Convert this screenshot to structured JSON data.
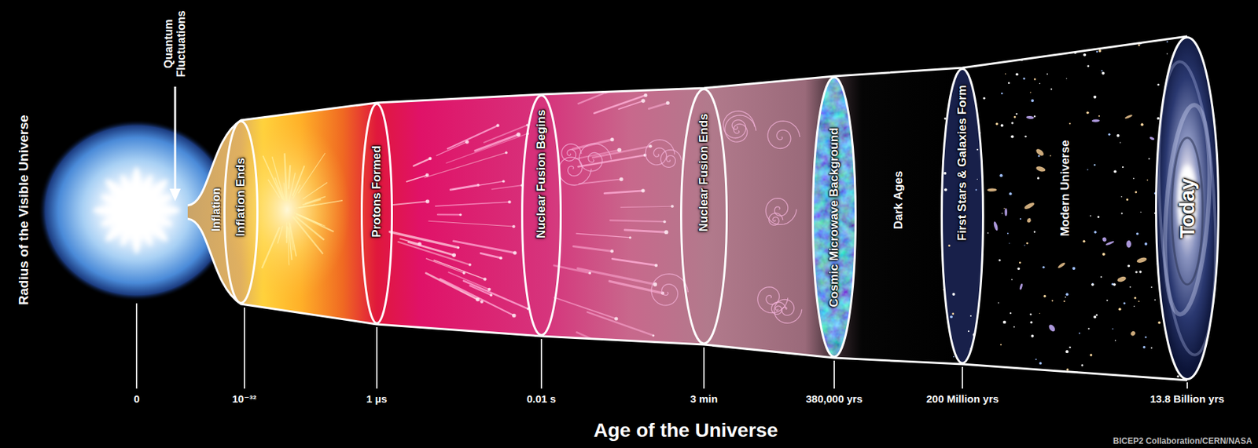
{
  "diagram": {
    "nodes": [
      {
        "text": [
          "Inflation Ends"
        ]
      },
      {
        "text": [
          "Protons Formed"
        ]
      },
      {
        "text": [
          "Nuclear Fusion Begins"
        ]
      },
      {
        "text": [
          "Nuclear Fusion Ends"
        ]
      },
      {
        "text": [
          "Cosmic Microwave Background"
        ]
      },
      {
        "text": [
          "First Stars & Galaxies Form"
        ]
      },
      {
        "text": [
          "Today"
        ]
      }
    ],
    "labels": [
      "Radius of the Visible Universe",
      "Quantum Fluctuations",
      "Inflation",
      "Dark Ages",
      "Modern Universe",
      "0",
      "10⁻³²",
      "1 µs",
      "0.01 s",
      "3 min",
      "380,000 yrs",
      "200 Million yrs",
      "13.8 Billion yrs",
      "Age of the Universe",
      "BICEP2 Collaboration/CERN/NASA"
    ]
  }
}
